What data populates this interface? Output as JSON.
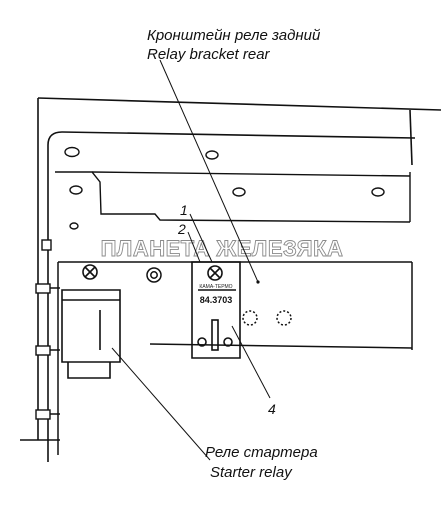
{
  "labels": {
    "bracket_ru": "Кронштейн реле задний",
    "bracket_en": "Relay  bracket rear",
    "starter_ru": "Реле стартера",
    "starter_en": "Starter relay"
  },
  "callouts": [
    "1",
    "2",
    "4"
  ],
  "watermark": "ПЛАНЕТА ЖЕЛЕЗЯКА",
  "relay_plate": {
    "small_text": "КАМА-ТЕРМО",
    "part_number": "84.3703"
  }
}
